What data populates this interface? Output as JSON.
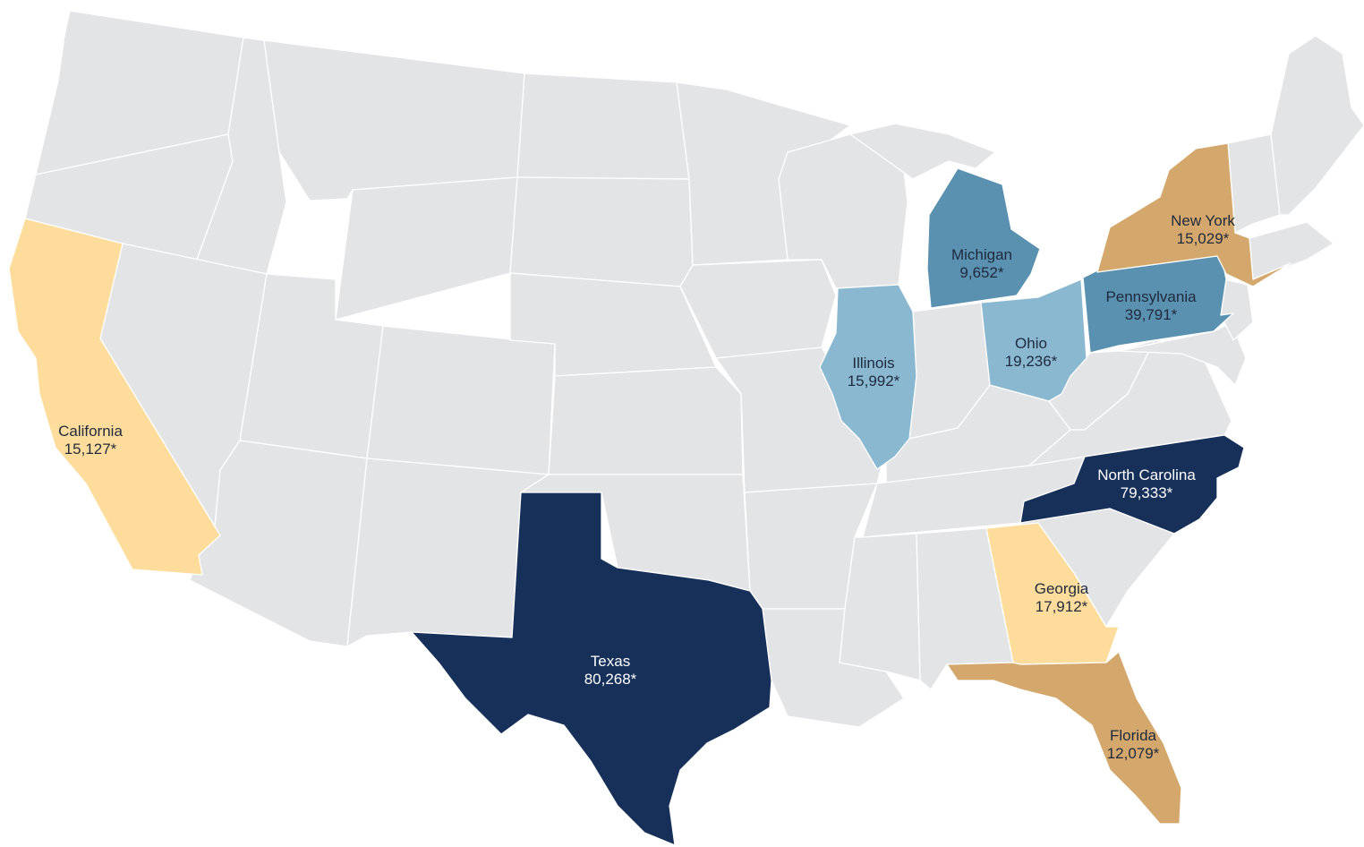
{
  "map": {
    "colors": {
      "base": "#e3e4e6",
      "border": "#ffffff",
      "navy": "#17305a",
      "steel": "#5b91b0",
      "light_blue": "#8ab8d0",
      "tan": "#d4a86c",
      "light_yellow": "#fedd9c",
      "dark_text": "#1f2a3d",
      "light_text": "#ffffff"
    },
    "states": [
      {
        "id": "texas",
        "name": "Texas",
        "value": "80,268*",
        "fill": "#17305a",
        "text_color": "#ffffff"
      },
      {
        "id": "north-carolina",
        "name": "North Carolina",
        "value": "79,333*",
        "fill": "#17305a",
        "text_color": "#ffffff"
      },
      {
        "id": "pennsylvania",
        "name": "Pennsylvania",
        "value": "39,791*",
        "fill": "#5b91b0",
        "text_color": "#1f2a3d"
      },
      {
        "id": "ohio",
        "name": "Ohio",
        "value": "19,236*",
        "fill": "#8ab8d0",
        "text_color": "#1f2a3d"
      },
      {
        "id": "georgia",
        "name": "Georgia",
        "value": "17,912*",
        "fill": "#fedd9c",
        "text_color": "#1f2a3d"
      },
      {
        "id": "illinois",
        "name": "Illinois",
        "value": "15,992*",
        "fill": "#8ab8d0",
        "text_color": "#1f2a3d"
      },
      {
        "id": "california",
        "name": "California",
        "value": "15,127*",
        "fill": "#fedd9c",
        "text_color": "#1f2a3d"
      },
      {
        "id": "new-york",
        "name": "New York",
        "value": "15,029*",
        "fill": "#d4a86c",
        "text_color": "#1f2a3d"
      },
      {
        "id": "florida",
        "name": "Florida",
        "value": "12,079*",
        "fill": "#d4a86c",
        "text_color": "#1f2a3d"
      },
      {
        "id": "michigan",
        "name": "Michigan",
        "value": "9,652*",
        "fill": "#5b91b0",
        "text_color": "#1f2a3d"
      }
    ]
  }
}
